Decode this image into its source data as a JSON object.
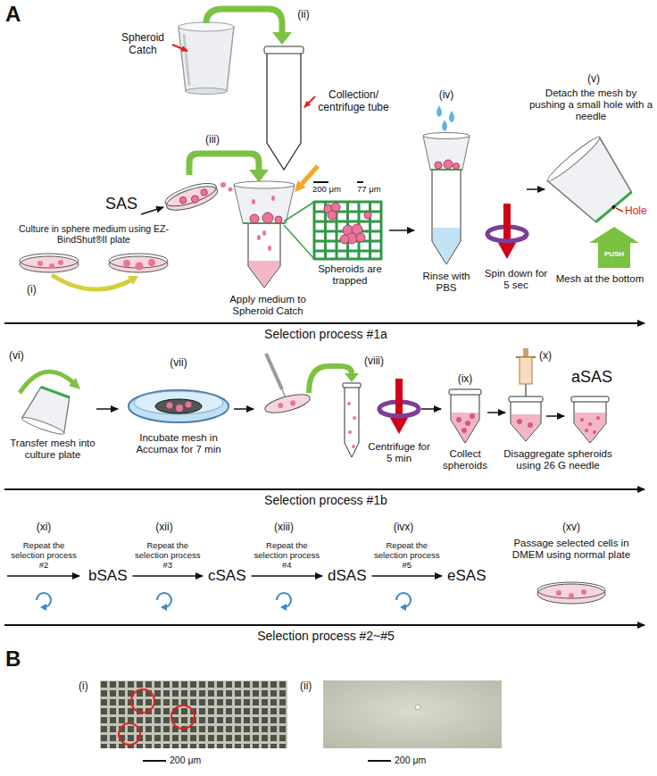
{
  "diagram": {
    "nodes": [
      {
        "text": [
          "bSAS"
        ]
      },
      {
        "text": [
          "cSAS"
        ]
      },
      {
        "text": [
          "dSAS"
        ]
      },
      {
        "text": [
          "eSAS"
        ]
      }
    ],
    "edges": [
      {
        "from": 0,
        "to": 1,
        "arrow": "to",
        "label": "Repeat the selection process #3"
      },
      {
        "from": 1,
        "to": 2,
        "arrow": "to",
        "label": "Repeat the selection process #4"
      },
      {
        "from": 2,
        "to": 3,
        "arrow": "to",
        "label": "Repeat the selection process #5"
      }
    ],
    "labels": [
      "A",
      "(ii)",
      "Spheroid Catch",
      "Collection/ centrifuge tube",
      "(iii)",
      "SAS",
      "Culture in sphere medium using EZ-BindShut®II plate",
      "(i)",
      "Apply medium to Spheroid Catch",
      "200 μm",
      "77 μm",
      "Spheroids are trapped",
      "(iv)",
      "Rinse with PBS",
      "Spin down for 5 sec",
      "(v)",
      "Detach the mesh by pushing a small hole with a needle",
      "Hole",
      "PUSH",
      "Mesh at the bottom",
      "Selection process #1a",
      "(vi)",
      "Transfer mesh into culture plate",
      "(vii)",
      "Incubate mesh in Accumax for 7 min",
      "(viii)",
      "Centrifuge for 5 min",
      "(ix)",
      "Collect spheroids",
      "(x)",
      "aSAS",
      "Disaggregate spheroids using 26 G needle",
      "Selection process #1b",
      "(xi)",
      "Repeat the selection process #2",
      "(xii)",
      "(xiii)",
      "(ivx)",
      "(xv)",
      "Passage selected cells in DMEM using normal plate",
      "Selection process #2~#5",
      "B",
      "(i)",
      "200 μm",
      "(ii)",
      "200 μm"
    ]
  }
}
